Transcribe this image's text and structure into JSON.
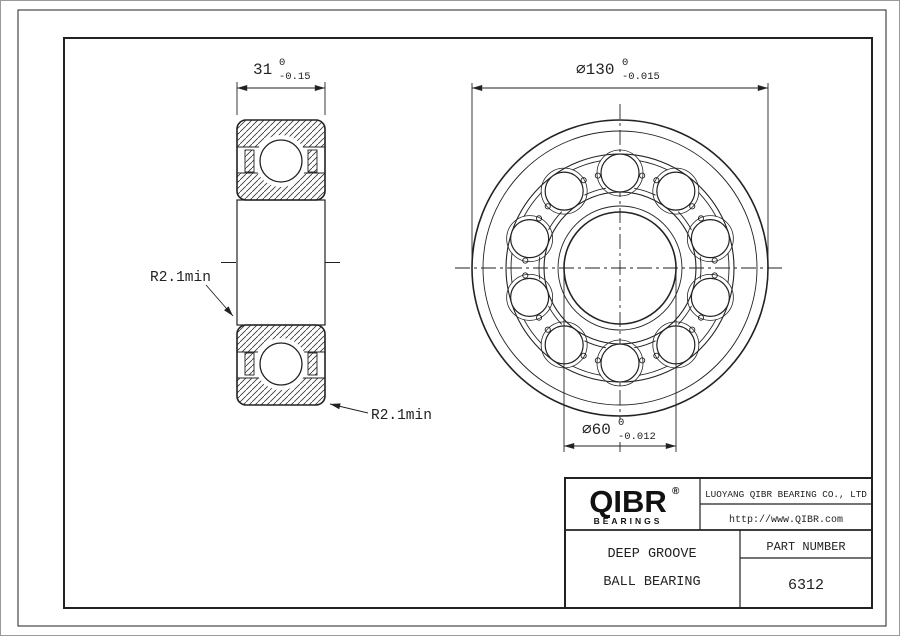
{
  "left_view": {
    "width_dim": {
      "value": "31",
      "upper": "0",
      "lower": "-0.15"
    },
    "fillet_left": "R2.1min",
    "fillet_right": "R2.1min"
  },
  "right_view": {
    "od_dim": {
      "value": "⌀130",
      "upper": "0",
      "lower": "-0.015"
    },
    "bore_dim": {
      "value": "⌀60",
      "upper": "0",
      "lower": "-0.012"
    }
  },
  "bearing": {
    "ball_count": 10
  },
  "title_block": {
    "logo_text": "QIBR",
    "logo_reg": "®",
    "logo_sub": "BEARINGS",
    "company": "LUOYANG QIBR BEARING CO., LTD",
    "website": "http://www.QIBR.com",
    "product_line1": "DEEP GROOVE",
    "product_line2": "BALL BEARING",
    "part_label": "PART NUMBER",
    "part_number": "6312"
  },
  "colors": {
    "line": "#222222",
    "logo": "#111111"
  }
}
